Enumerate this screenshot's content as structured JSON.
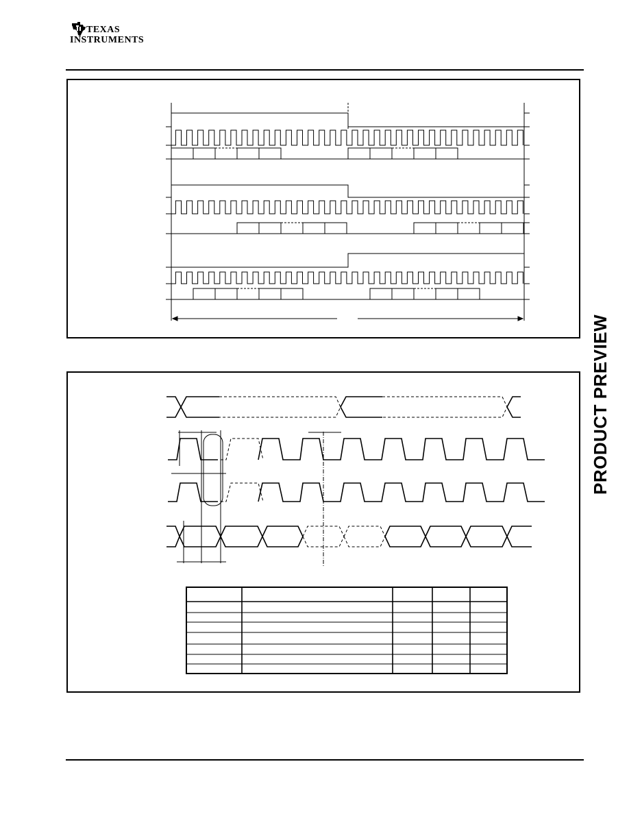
{
  "header": {
    "logo": {
      "brand_line1": "TEXAS",
      "brand_line2": "INSTRUMENTS",
      "icon": "ti-state-logo-icon"
    }
  },
  "sidebar_tag": {
    "text": "PRODUCT PREVIEW"
  },
  "figure_1": {
    "kind": "timing-diagram",
    "signal_groups": 3,
    "cycles_per_frame": 16
  },
  "figure_2": {
    "kind": "timing-diagram",
    "waveforms": 4,
    "clock_cycles": 9
  },
  "table": {
    "columns": 5,
    "header_rows": 1,
    "body_rows": 7
  },
  "colors": {
    "ink": "#000000",
    "paper": "#ffffff"
  }
}
